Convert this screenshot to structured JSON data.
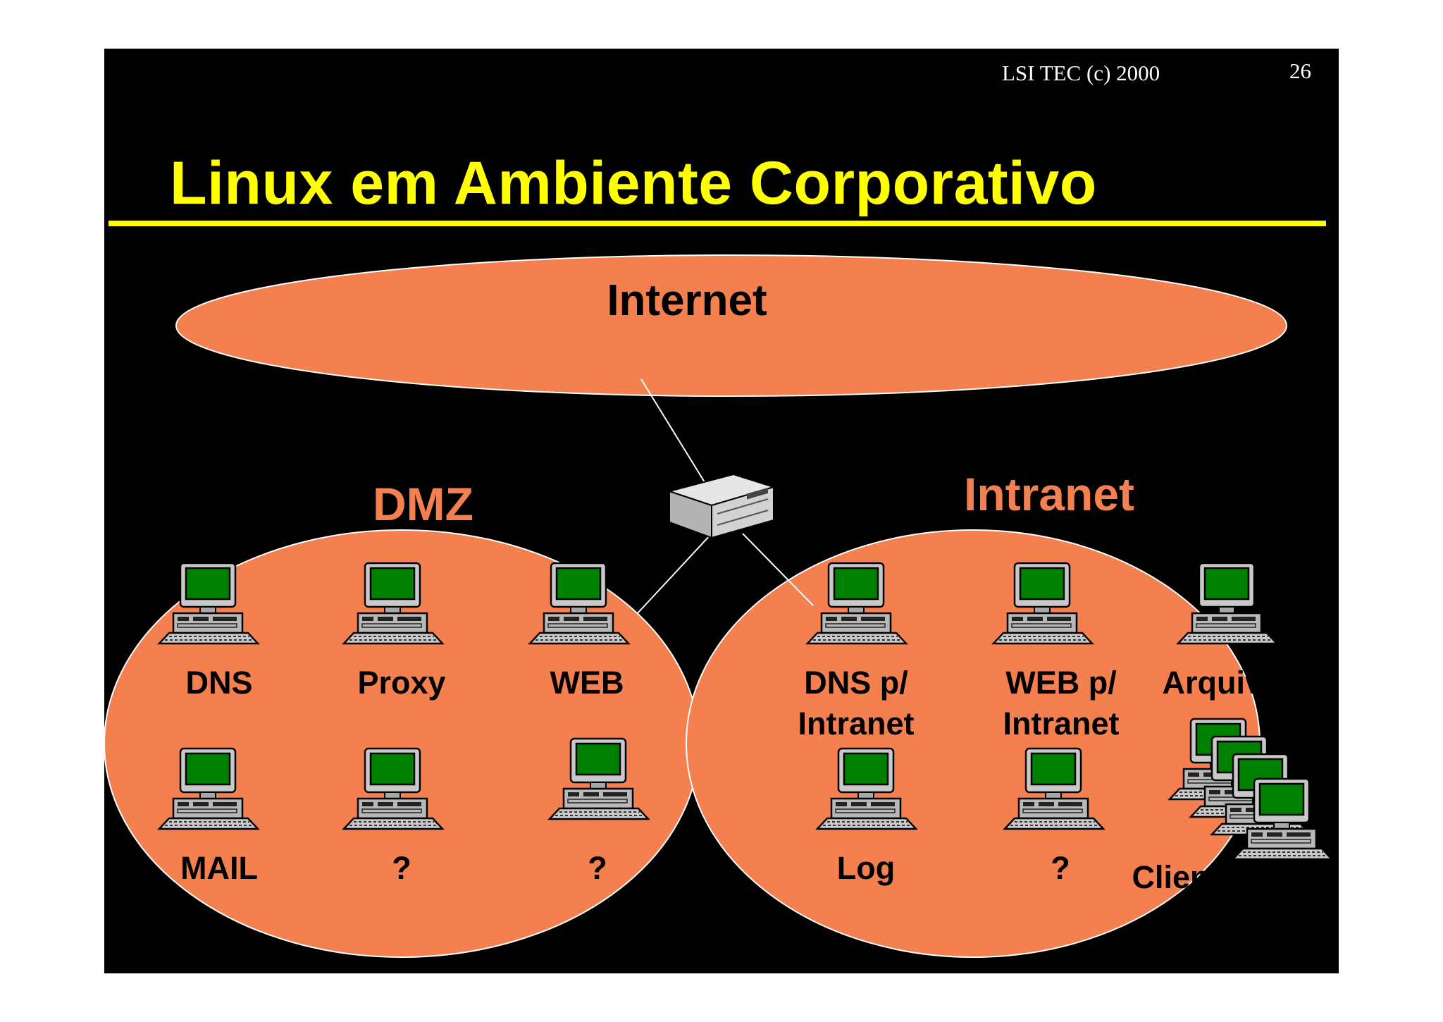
{
  "slide": {
    "header_left": "LSI TEC (c) 2000",
    "page_number": "26",
    "title": "Linux em Ambiente Corporativo"
  },
  "colors": {
    "background": "#000000",
    "title": "#ffff00",
    "zone_fill": "#f4804f",
    "screen": "#008000"
  },
  "internet": {
    "label": "Internet"
  },
  "router": {
    "icon": "server-box-icon"
  },
  "dmz": {
    "label": "DMZ",
    "nodes": [
      {
        "label_lines": [
          "DNS"
        ],
        "icon": "computer-icon"
      },
      {
        "label_lines": [
          "Proxy"
        ],
        "icon": "computer-icon"
      },
      {
        "label_lines": [
          "WEB"
        ],
        "icon": "computer-icon"
      },
      {
        "label_lines": [
          "MAIL"
        ],
        "icon": "computer-icon"
      },
      {
        "label_lines": [
          "?"
        ],
        "icon": "computer-icon"
      },
      {
        "label_lines": [
          "?"
        ],
        "icon": "computer-icon"
      }
    ]
  },
  "intranet": {
    "label": "Intranet",
    "nodes": [
      {
        "label_lines": [
          "DNS p/",
          "Intranet"
        ],
        "icon": "computer-icon"
      },
      {
        "label_lines": [
          "WEB p/",
          "Intranet"
        ],
        "icon": "computer-icon"
      },
      {
        "label_lines": [
          "Arquivos"
        ],
        "icon": "computer-icon"
      },
      {
        "label_lines": [
          "Log"
        ],
        "icon": "computer-icon"
      },
      {
        "label_lines": [
          "?"
        ],
        "icon": "computer-icon"
      },
      {
        "label_lines": [
          "Clientes"
        ],
        "icon": "computer-stack-icon"
      }
    ]
  }
}
